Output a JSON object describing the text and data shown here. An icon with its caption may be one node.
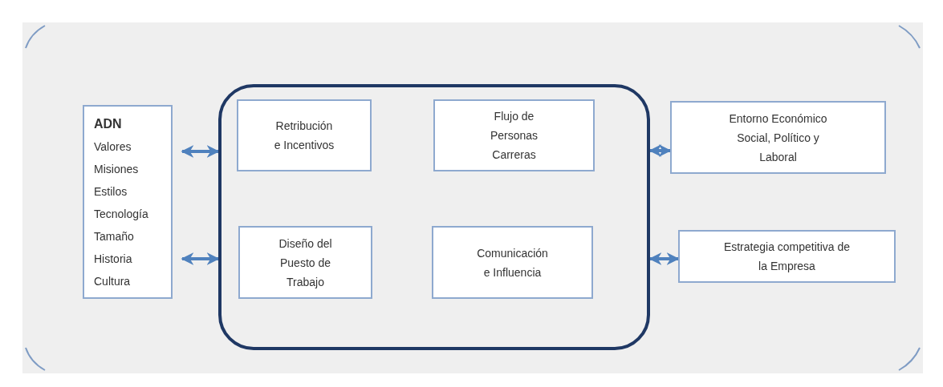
{
  "diagram": {
    "nodes": [
      {
        "text": [
          "ADN",
          "Valores",
          "Misiones",
          "Estilos",
          "Tecnología",
          "Tamaño",
          "Historia",
          "Cultura"
        ]
      },
      {
        "text": [],
        "shape": "box"
      },
      {
        "text": [
          "Retribución e Incentivos"
        ],
        "in": 1
      },
      {
        "text": [
          "Flujo de Personas Carreras"
        ],
        "in": 1
      },
      {
        "text": [
          "Diseño del Puesto de Trabajo"
        ],
        "in": 1
      },
      {
        "text": [
          "Comunicación e Influencia"
        ],
        "in": 1
      },
      {
        "text": [
          "Entorno Económico Social, Político y Laboral"
        ]
      },
      {
        "text": [
          "Estrategia competitiva de la Empresa"
        ]
      }
    ],
    "edges": [
      {
        "from": 0,
        "to": 1,
        "arrow": "both"
      },
      {
        "from": 0,
        "to": 1,
        "arrow": "both"
      },
      {
        "from": 1,
        "to": 6,
        "arrow": "both"
      },
      {
        "from": 1,
        "to": 7,
        "arrow": "both"
      }
    ]
  }
}
